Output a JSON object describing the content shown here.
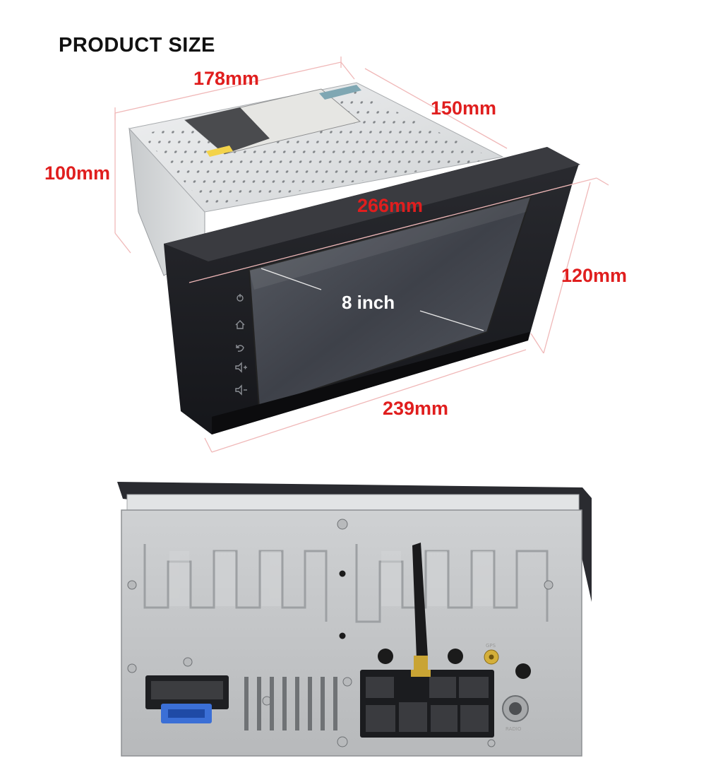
{
  "title": "PRODUCT SIZE",
  "dimensions": {
    "width_top": "178mm",
    "depth": "150mm",
    "height_body": "100mm",
    "front_diagonal": "266mm",
    "height_front": "120mm",
    "width_bottom": "239mm"
  },
  "screen_size": "8 inch",
  "port_labels": {
    "gps": "GPS",
    "radio": "RADIO"
  },
  "colors": {
    "dimension_text": "#e01e1e",
    "line": "#f0b8b8",
    "chassis": "#d7d9db",
    "bezel": "#1d1e22",
    "screen": "#4a4d55",
    "back_panel": "#c3c5c7"
  },
  "icons": [
    "power-icon",
    "home-icon",
    "back-icon",
    "volume-up-icon",
    "volume-down-icon",
    "antenna-icon"
  ]
}
